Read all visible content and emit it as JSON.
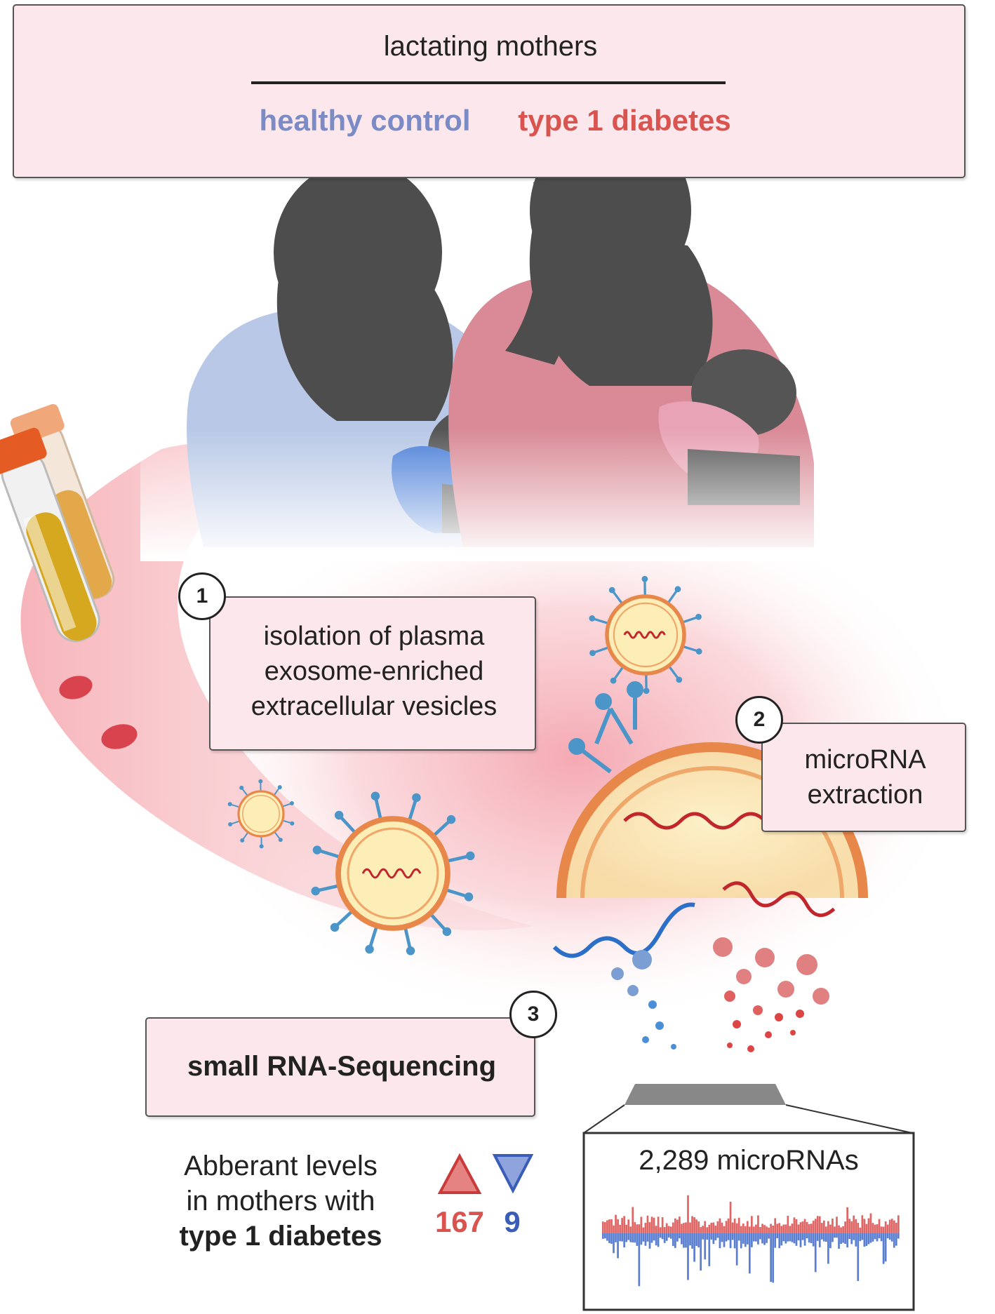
{
  "header": {
    "title": "lactating mothers",
    "group_control": "healthy control",
    "group_t1d": "type 1 diabetes"
  },
  "steps": [
    {
      "number": "1",
      "lines": [
        "isolation of plasma",
        "exosome-enriched",
        "extracellular vesicles"
      ]
    },
    {
      "number": "2",
      "lines": [
        "microRNA",
        "extraction"
      ]
    },
    {
      "number": "3",
      "label": "small RNA-Sequencing"
    }
  ],
  "results": {
    "line1": "Abberant levels",
    "line2": "in mothers with",
    "line3": "type 1 diabetes",
    "up_count": "167",
    "down_count": "9"
  },
  "panel": {
    "title": "2,289 microRNAs"
  },
  "colors": {
    "control_blue": "#7b8bc6",
    "t1d_red": "#d9534f",
    "up_red": "#e06666",
    "down_blue": "#5b7fd0",
    "box_fill": "#fce8ec",
    "mother_gray": "#4d4d4d"
  }
}
